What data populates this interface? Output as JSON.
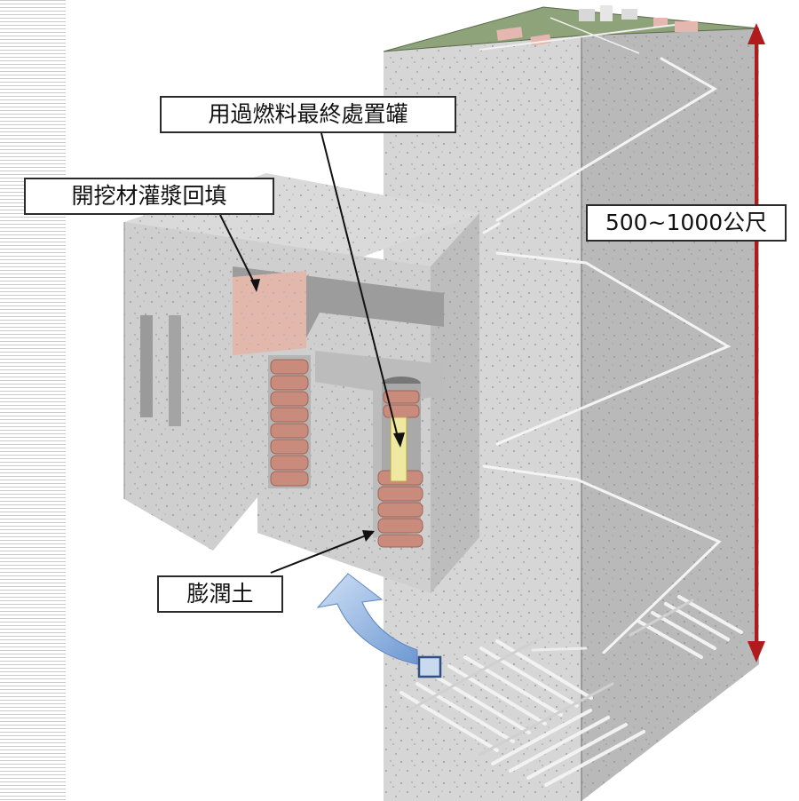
{
  "labels": {
    "canister": "用過燃料最終處置罐",
    "backfill": "開挖材灌漿回填",
    "depth": "500~1000公尺",
    "bentonite": "膨潤土"
  },
  "colors": {
    "rock": "#d2d2d2",
    "rock_dark": "#a9a9a9",
    "surface": "#8ea37a",
    "backfill": "#e2b8ad",
    "bentonite": "#c98b7c",
    "fuel": "#efe8a0",
    "arrow_blue": "#8fb3df",
    "depth_arrow": "#b01c1c"
  }
}
